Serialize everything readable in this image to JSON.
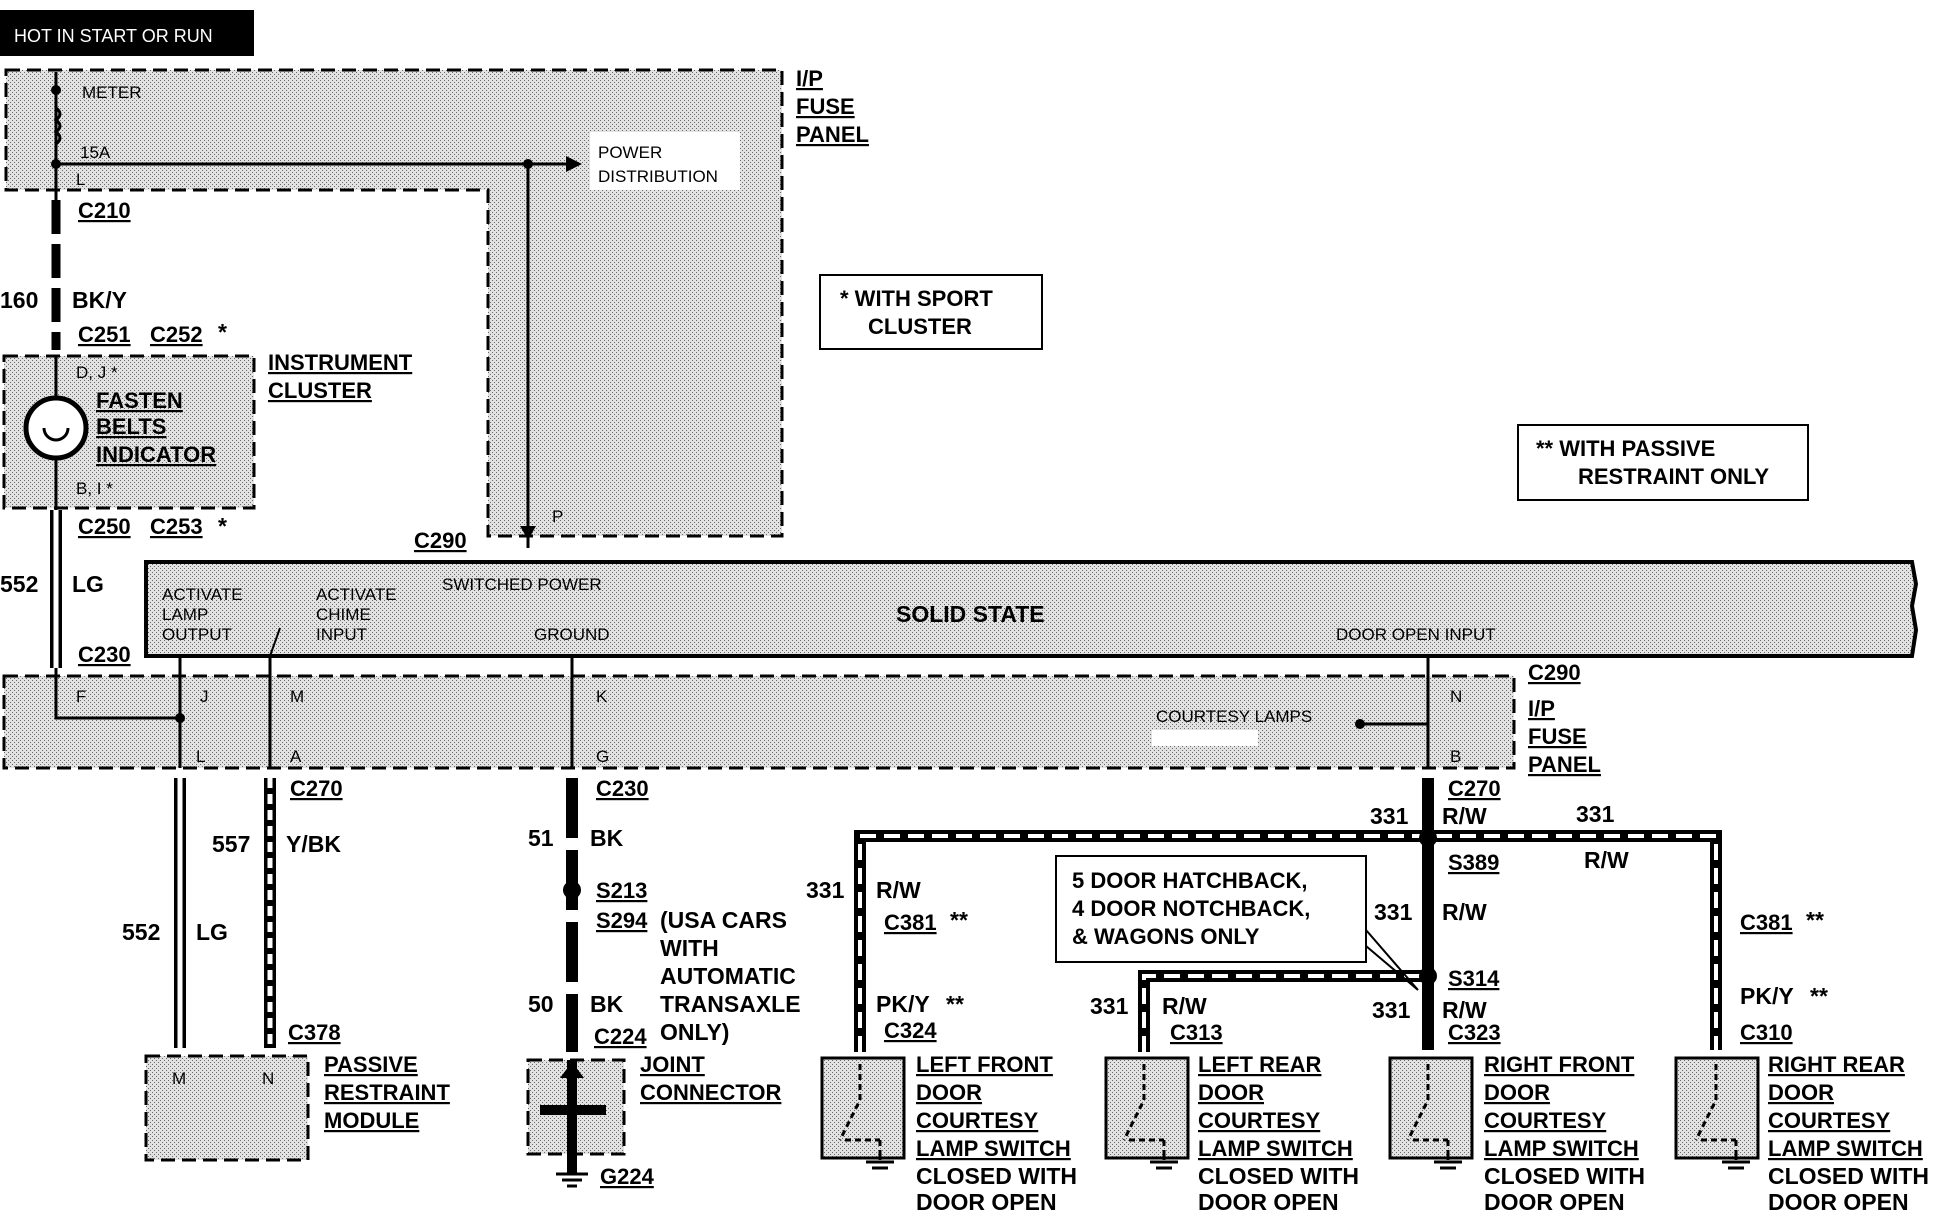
{
  "header": {
    "label": "HOT IN START OR RUN"
  },
  "fuse_panel_top": {
    "title_line1": "I/P",
    "title_line2": "FUSE",
    "title_line3": "PANEL",
    "meter": "METER",
    "fuse": "15A",
    "pin": "L",
    "power_distribution_line1": "POWER",
    "power_distribution_line2": "DISTRIBUTION",
    "pin_p": "P"
  },
  "notes": {
    "sport_line1": "*  WITH SPORT",
    "sport_line2": "CLUSTER",
    "passive_line1": "**  WITH PASSIVE",
    "passive_line2": "RESTRAINT ONLY",
    "hatch_line1": "5 DOOR HATCHBACK,",
    "hatch_line2": "4 DOOR NOTCHBACK,",
    "hatch_line3": "& WAGONS ONLY"
  },
  "connectors": {
    "c210": "C210",
    "c251": "C251",
    "c252": "C252",
    "star": "*",
    "c250": "C250",
    "c253": "C253",
    "c230_left": "C230",
    "c290_top": "C290",
    "c290_right": "C290",
    "c270_left": "C270",
    "c230_mid": "C230",
    "c270_right": "C270",
    "c378": "C378",
    "c224": "C224",
    "g224": "G224",
    "s213": "S213",
    "s294": "S294",
    "s389": "S389",
    "s314": "S314",
    "c381_left": "C381",
    "c381_right": "C381",
    "dstar": "**",
    "c324": "C324",
    "c313": "C313",
    "c323": "C323",
    "c310": "C310"
  },
  "wires": {
    "w160_num": "160",
    "w160_color": "BK/Y",
    "w552_num": "552",
    "w552_color": "LG",
    "w552b_num": "552",
    "w552b_color": "LG",
    "w557_num": "557",
    "w557_color": "Y/BK",
    "w51_num": "51",
    "w51_color": "BK",
    "w50_num": "50",
    "w50_color": "BK",
    "w331_a": "331",
    "w331_a_color": "R/W",
    "w331_b": "331",
    "w331_b_color": "R/W",
    "w331_c": "331",
    "w331_c_color": "R/W",
    "w331_d": "331",
    "w331_d_color": "R/W",
    "w331_e": "331",
    "w331_e_color": "R/W",
    "w331_f": "331",
    "w331_f_color": "R/W",
    "pky_left": "PK/Y",
    "pky_right": "PK/Y"
  },
  "instrument_cluster": {
    "title_line1": "INSTRUMENT",
    "title_line2": "CLUSTER",
    "ind_line1": "FASTEN",
    "ind_line2": "BELTS",
    "ind_line3": "INDICATOR",
    "pin_top": "D, J *",
    "pin_bottom": "B, I *"
  },
  "solid_state": {
    "title": "SOLID  STATE",
    "activate_lamp_1": "ACTIVATE",
    "activate_lamp_2": "LAMP",
    "activate_lamp_3": "OUTPUT",
    "activate_chime_1": "ACTIVATE",
    "activate_chime_2": "CHIME",
    "activate_chime_3": "INPUT",
    "switched_power": "SWITCHED POWER",
    "ground": "GROUND",
    "door_open_input": "DOOR OPEN INPUT"
  },
  "fuse_panel_bottom": {
    "title_line1": "I/P",
    "title_line2": "FUSE",
    "title_line3": "PANEL",
    "courtesy_lamps": "COURTESY LAMPS",
    "pin_f": "F",
    "pin_j": "J",
    "pin_m": "M",
    "pin_k": "K",
    "pin_n": "N",
    "pin_l": "L",
    "pin_a": "A",
    "pin_g": "G",
    "pin_b": "B"
  },
  "passive_restraint": {
    "line1": "PASSIVE",
    "line2": "RESTRAINT",
    "line3": "MODULE",
    "pin_m": "M",
    "pin_n": "N"
  },
  "joint_connector": {
    "line1": "JOINT",
    "line2": "CONNECTOR"
  },
  "usa_note": {
    "line1": "(USA CARS",
    "line2": "WITH",
    "line3": "AUTOMATIC",
    "line4": "TRANSAXLE",
    "line5": "ONLY)"
  },
  "switches": [
    {
      "line1": "LEFT FRONT",
      "line2": "DOOR",
      "line3": "COURTESY",
      "line4": "LAMP SWITCH",
      "line5": "CLOSED WITH",
      "line6": "DOOR OPEN"
    },
    {
      "line1": "LEFT REAR",
      "line2": "DOOR",
      "line3": "COURTESY",
      "line4": "LAMP SWITCH",
      "line5": "CLOSED WITH",
      "line6": "DOOR OPEN"
    },
    {
      "line1": "RIGHT FRONT",
      "line2": "DOOR",
      "line3": "COURTESY",
      "line4": "LAMP SWITCH",
      "line5": "CLOSED WITH",
      "line6": "DOOR OPEN"
    },
    {
      "line1": "RIGHT REAR",
      "line2": "DOOR",
      "line3": "COURTESY",
      "line4": "LAMP SWITCH",
      "line5": "CLOSED WITH",
      "line6": "DOOR OPEN"
    }
  ]
}
